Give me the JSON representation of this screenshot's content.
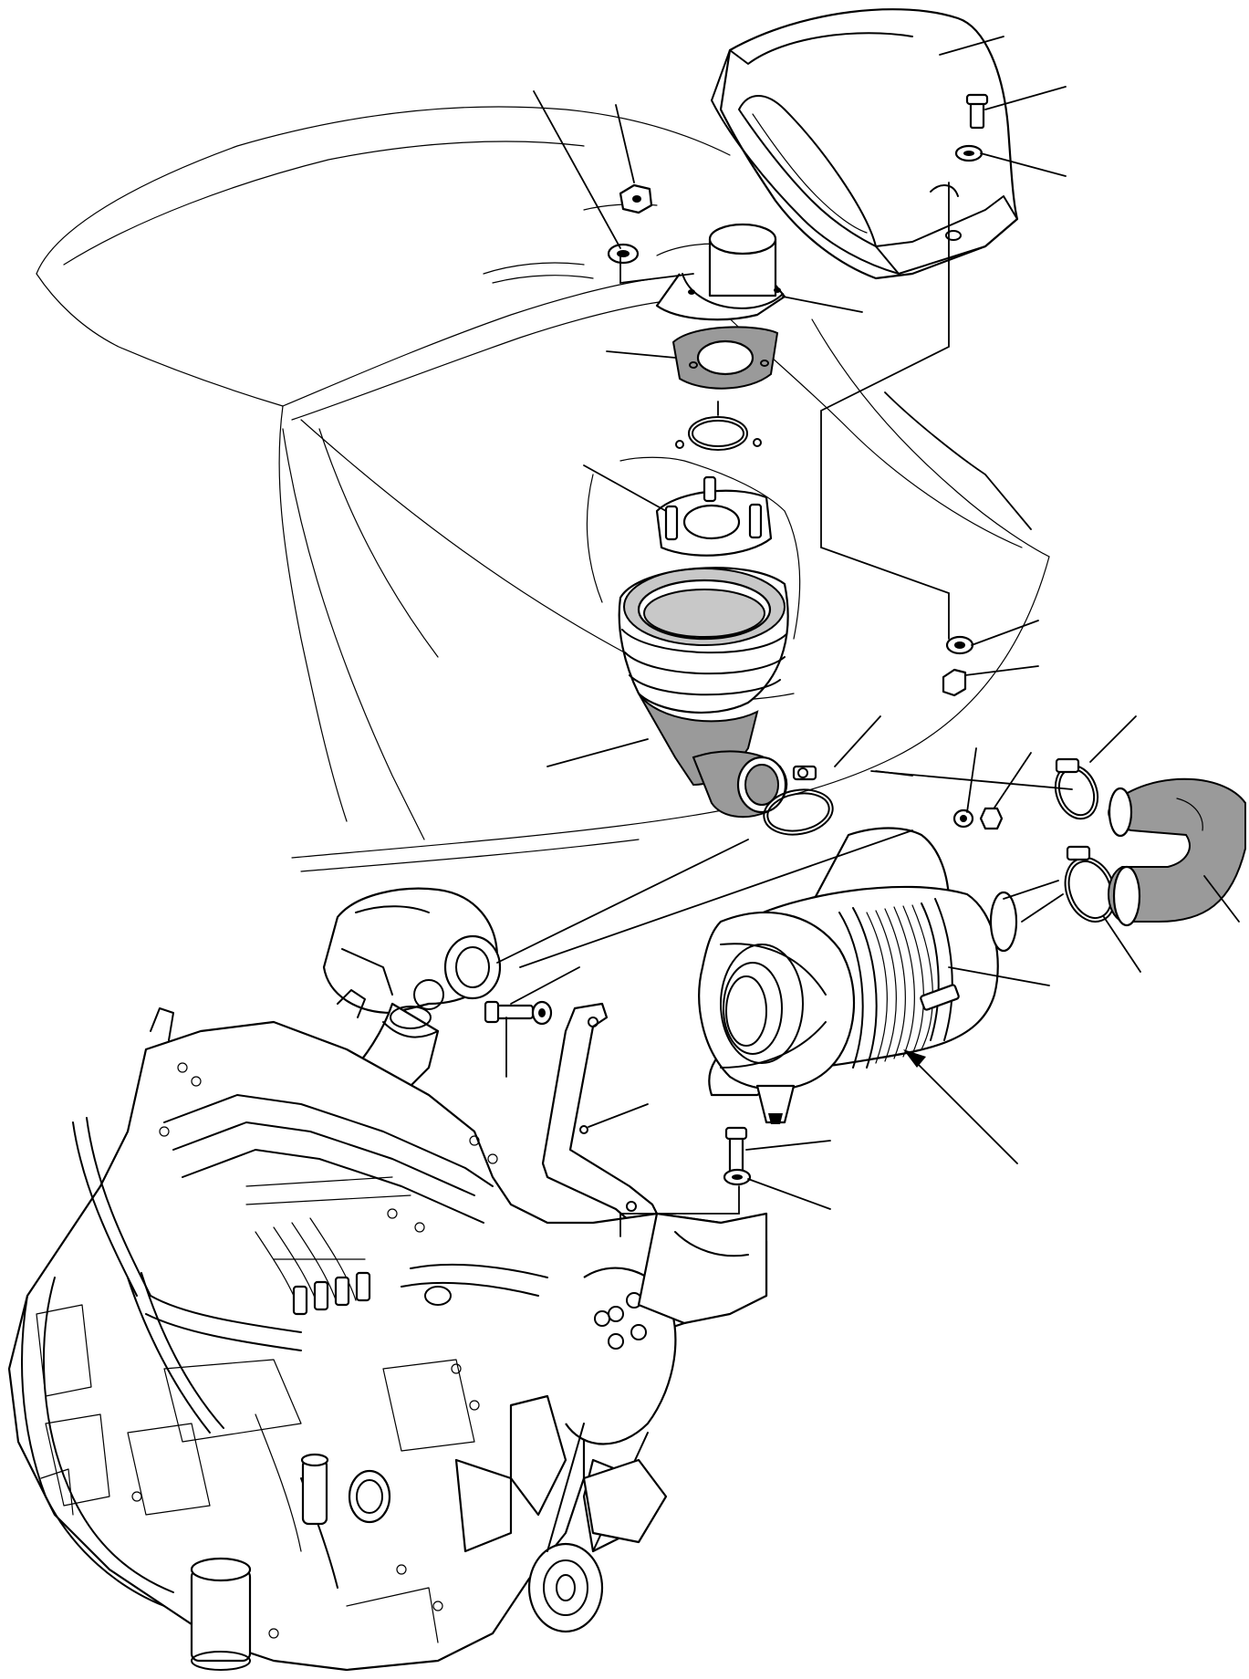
{
  "figure": {
    "title": "",
    "callout_numbers": []
  },
  "icons": {
    "hood": "engine-hood-outline",
    "cap": "air-intake-cap",
    "prefilter_bowl": "pre-cleaner-bowl",
    "air_filter": "air-filter-housing",
    "hose": "intake-hose",
    "engine": "diesel-engine",
    "bracket": "mounting-bracket",
    "clamp": "hose-clamp"
  },
  "colors": {
    "line": "#000000",
    "background": "#ffffff",
    "shade": "#9a9a9a"
  }
}
